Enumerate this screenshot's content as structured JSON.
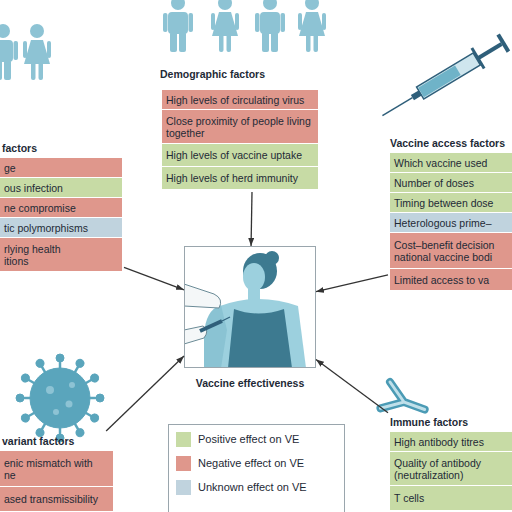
{
  "diagram": {
    "nodes": [
      {
        "text": [
          "Demographic factors"
        ]
      },
      {
        "text": [
          "High levels of circulating virus"
        ],
        "in": 0
      },
      {
        "text": [
          "Close proximity of people living together"
        ],
        "in": 0
      },
      {
        "text": [
          "High levels of vaccine uptake"
        ],
        "in": 0
      },
      {
        "text": [
          "High levels of herd immunity"
        ],
        "in": 0
      },
      {
        "text": [
          "factors"
        ]
      },
      {
        "text": [
          "ge"
        ],
        "in": 5
      },
      {
        "text": [
          "ous infection"
        ],
        "in": 5
      },
      {
        "text": [
          "ne compromise"
        ],
        "in": 5
      },
      {
        "text": [
          "tic polymorphisms"
        ],
        "in": 5
      },
      {
        "text": [
          "rlying health itions"
        ],
        "in": 5
      },
      {
        "text": [
          "Vaccine access factors"
        ]
      },
      {
        "text": [
          "Which vaccine used"
        ],
        "in": 11
      },
      {
        "text": [
          "Number of doses"
        ],
        "in": 11
      },
      {
        "text": [
          "Timing between dose"
        ],
        "in": 11
      },
      {
        "text": [
          "Heterologous prime–"
        ],
        "in": 11
      },
      {
        "text": [
          "Cost–benefit decision national vaccine bodi"
        ],
        "in": 11
      },
      {
        "text": [
          "Limited access to va"
        ],
        "in": 11
      },
      {
        "text": [
          "Vaccine effectiveness"
        ]
      },
      {
        "text": [
          "variant factors"
        ]
      },
      {
        "text": [
          "enic mismatch with ne"
        ],
        "in": 19
      },
      {
        "text": [
          "ased transmissibility"
        ],
        "in": 19
      },
      {
        "text": [
          "Immune factors"
        ]
      },
      {
        "text": [
          "High antibody titres"
        ],
        "in": 22
      },
      {
        "text": [
          "Quality of antibody (neutralization)"
        ],
        "in": 22
      },
      {
        "text": [
          "T cells"
        ],
        "in": 22
      }
    ],
    "edges": [
      {
        "from": 0,
        "to": 18,
        "arrow": "to"
      },
      {
        "from": 5,
        "to": 18,
        "arrow": "to"
      },
      {
        "from": 11,
        "to": 18,
        "arrow": "to"
      },
      {
        "from": 19,
        "to": 18,
        "arrow": "to"
      },
      {
        "from": 22,
        "to": 18,
        "arrow": "to"
      }
    ],
    "legend": [
      {
        "text": "Positive effect on VE",
        "color": "#c7dba5"
      },
      {
        "text": "Negative effect on VE",
        "color": "#df978c"
      },
      {
        "text": "Unknown effect on VE",
        "color": "#c0d3de"
      }
    ]
  }
}
